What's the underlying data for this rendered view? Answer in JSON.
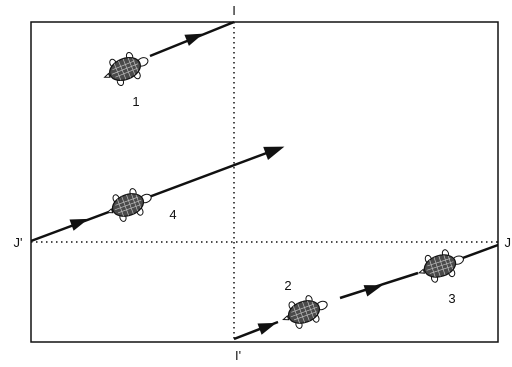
{
  "axis_labels": {
    "top": "I",
    "bottom": "I'",
    "left": "J'",
    "right": "J"
  },
  "turtles": [
    {
      "label": "1"
    },
    {
      "label": "2"
    },
    {
      "label": "3"
    },
    {
      "label": "4"
    }
  ],
  "colors": {
    "line": "#111111",
    "shell": "#4a4a4a",
    "background": "#ffffff"
  }
}
